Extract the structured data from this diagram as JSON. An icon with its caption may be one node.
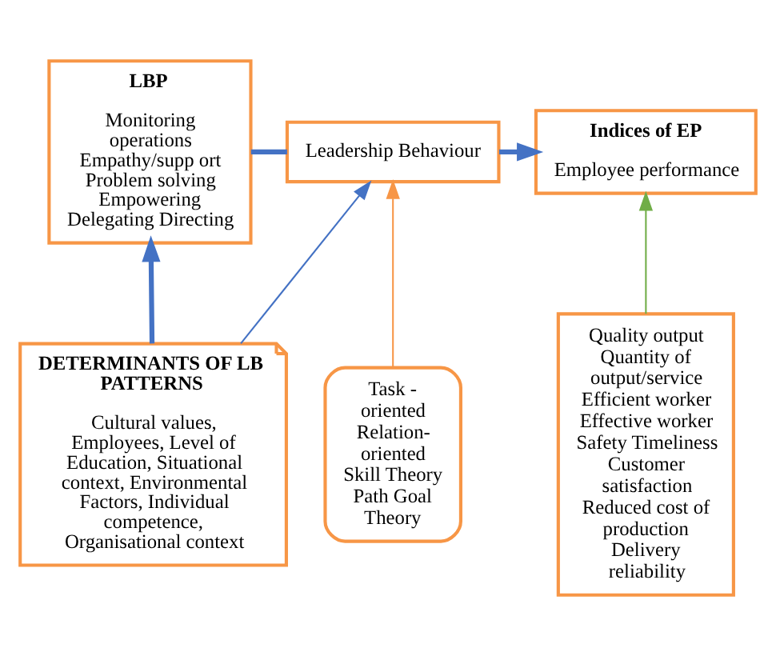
{
  "diagram": {
    "nodes": [
      {
        "text": [
          "LBP",
          "Monitoring operations Empathy/supp ort Problem solving Empowering Delegating Directing"
        ]
      },
      {
        "text": [
          "Leadership Behaviour"
        ]
      },
      {
        "text": [
          "Indices of EP",
          "Employee performance"
        ]
      },
      {
        "text": [
          "DETERMINANTS OF LB PATTERNS",
          "Cultural values, Employees, Level of Education, Situational context, Environmental Factors, Individual competence, Organisational context"
        ]
      },
      {
        "text": [
          "Task - oriented Relation- oriented Skill Theory Path Goal Theory"
        ]
      },
      {
        "text": [
          "Quality output Quantity of output/service Efficient worker Effective worker Safety Timeliness Customer satisfaction Reduced cost of production Delivery reliability"
        ]
      }
    ],
    "edges": [
      {
        "from": 0,
        "to": 1,
        "arrow": "none",
        "style": "thick"
      },
      {
        "from": 1,
        "to": 2,
        "arrow": "to",
        "style": "thick"
      },
      {
        "from": 3,
        "to": 0,
        "arrow": "to",
        "style": "thick"
      },
      {
        "from": 3,
        "to": 1,
        "arrow": "to"
      },
      {
        "from": 4,
        "to": 1,
        "arrow": "to",
        "color": "#f79646"
      },
      {
        "from": 5,
        "to": 2,
        "arrow": "to",
        "color": "#70ad47"
      }
    ]
  }
}
